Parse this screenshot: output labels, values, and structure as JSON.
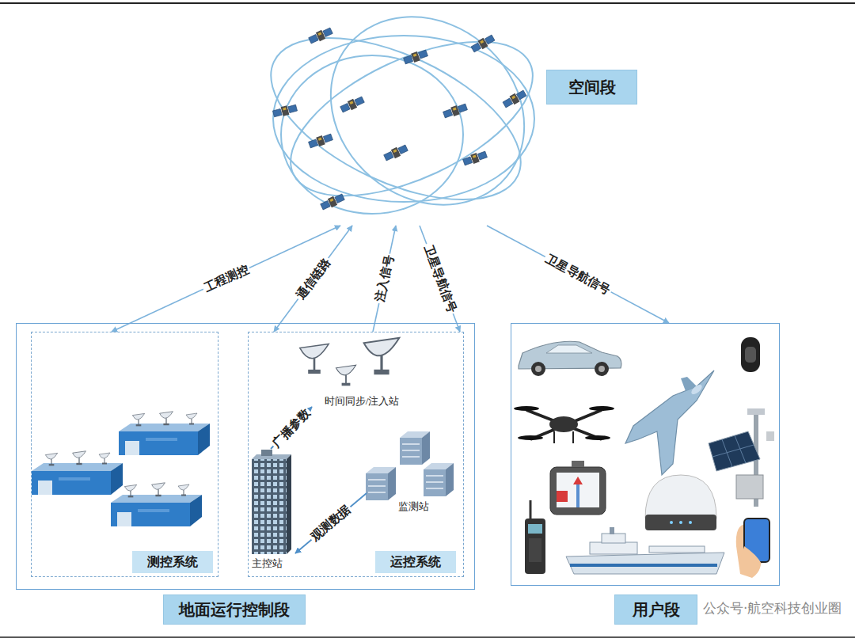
{
  "diagram": {
    "nodes": [
      {
        "text": [
          "空间段"
        ]
      },
      {
        "text": [
          "地面运行控制段"
        ]
      },
      {
        "text": [
          "测控系统"
        ],
        "in": 1
      },
      {
        "text": [
          "运控系统"
        ],
        "in": 1
      },
      {
        "text": [
          "时间同步/注入站"
        ],
        "in": 3
      },
      {
        "text": [
          "监测站"
        ],
        "in": 3
      },
      {
        "text": [
          "主控站"
        ],
        "in": 3
      },
      {
        "text": [
          "用户段"
        ]
      }
    ],
    "edges": [
      {
        "from": 0,
        "to": 2,
        "arrow": "both",
        "label": "工程测控"
      },
      {
        "from": 0,
        "to": 3,
        "arrow": "both",
        "label": "通信链路"
      },
      {
        "from": 3,
        "to": 0,
        "arrow": "to",
        "label": "注入信号"
      },
      {
        "from": 0,
        "to": 3,
        "arrow": "to",
        "label": "卫星导航信号"
      },
      {
        "from": 0,
        "to": 7,
        "arrow": "to",
        "label": "卫星导航信号"
      },
      {
        "from": 6,
        "to": 4,
        "arrow": "to",
        "label": "广播参数"
      },
      {
        "from": 5,
        "to": 6,
        "arrow": "to",
        "label": "观测数据"
      }
    ],
    "labels": [
      "公众号·航空科技创业圈"
    ]
  }
}
